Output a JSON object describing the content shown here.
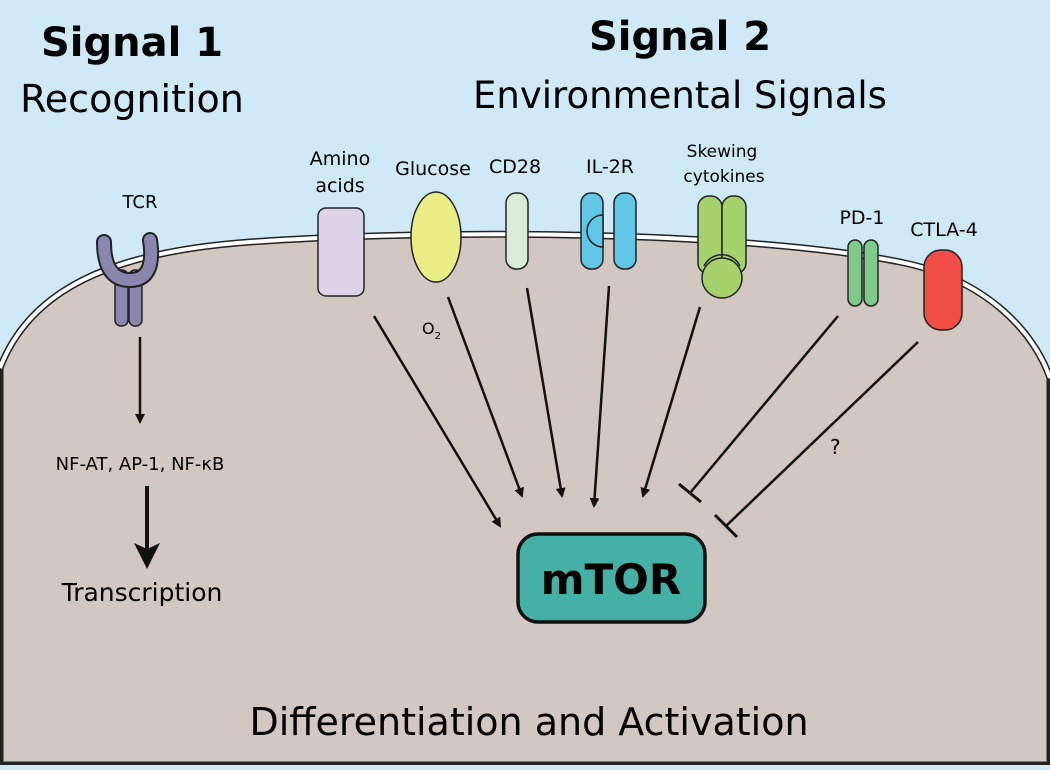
{
  "signal1": {
    "title": "Signal 1",
    "subtitle": "Recognition"
  },
  "signal2": {
    "title": "Signal 2",
    "subtitle": "Environmental Signals"
  },
  "receptors": {
    "tcr": "TCR",
    "amino_acids_line1": "Amino",
    "amino_acids_line2": "acids",
    "glucose": "Glucose",
    "cd28": "CD28",
    "il2r": "IL-2R",
    "skewing_line1": "Skewing",
    "skewing_line2": "cytokines",
    "pd1": "PD-1",
    "ctla4": "CTLA-4"
  },
  "pathway": {
    "o2": "O",
    "o2_subscript": "2",
    "transcription_factors": "NF-AT, AP-1, NF-κB",
    "transcription": "Transcription",
    "question": "?"
  },
  "hub": {
    "label": "mTOR"
  },
  "footer": {
    "label": "Differentiation and Activation"
  },
  "colors": {
    "background": "#cfe9f7",
    "cell": "#d2c7c1",
    "mtor": "#45b0a5",
    "tcr": "#8a86b0",
    "amino_acids": "#ddd3e8",
    "glucose": "#ebee86",
    "cd28": "#d9ecd6",
    "il2r": "#62c6e6",
    "skewing_cytokines": "#a6d26e",
    "pd1": "#7fc98a",
    "ctla4": "#ef4d45"
  }
}
